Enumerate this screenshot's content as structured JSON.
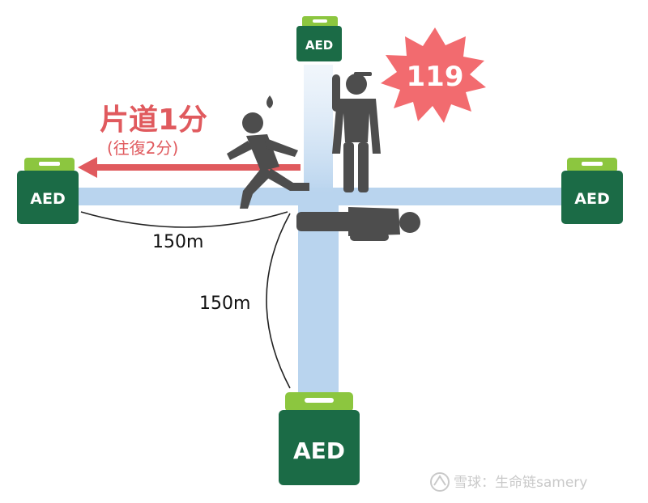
{
  "diagram": {
    "aed_boxes": {
      "top": "AED",
      "left": "AED",
      "right": "AED",
      "bottom": "AED"
    },
    "emergency_number": "119",
    "one_way_time": "片道1分",
    "round_trip_time": "(往復2分)",
    "distance_horizontal": "150m",
    "distance_vertical": "150m",
    "watermark": "雪球：生命链samery"
  },
  "colors": {
    "aed_green": "#1b6b46",
    "aed_handle_green": "#8cc63f",
    "path_blue": "#b9d4ee",
    "arrow_red": "#e05a5e",
    "burst_red": "#f26b6f",
    "person_gray": "#4d4d4d"
  }
}
